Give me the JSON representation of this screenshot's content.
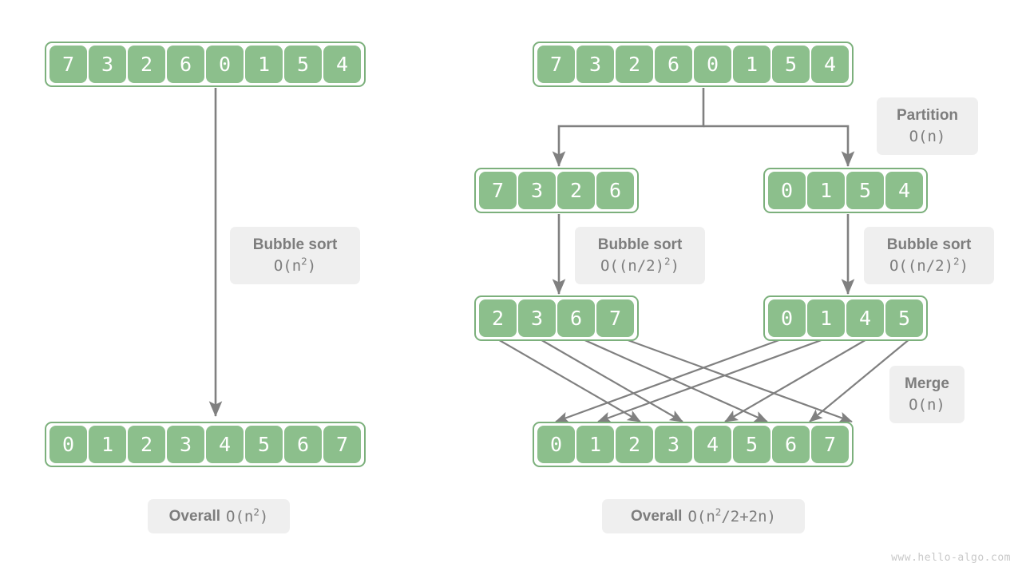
{
  "colors": {
    "cell_fill": "#8CBF8C",
    "array_border": "#7CB07C",
    "arrow": "#808080",
    "chip_bg": "#EFEFEF",
    "chip_text": "#7D7D7D",
    "background": "#FFFFFF",
    "watermark": "#C8C8C8"
  },
  "left_panel": {
    "input_array": {
      "name": "unsorted-input-array",
      "values": [
        "7",
        "3",
        "2",
        "6",
        "0",
        "1",
        "5",
        "4"
      ]
    },
    "output_array": {
      "name": "sorted-output-array",
      "values": [
        "0",
        "1",
        "2",
        "3",
        "4",
        "5",
        "6",
        "7"
      ]
    },
    "step_label": {
      "title": "Bubble sort",
      "formula_prefix": "O(n",
      "formula_exponent": "2",
      "formula_suffix": ")"
    },
    "overall_label": {
      "title": "Overall",
      "formula_prefix": "O(n",
      "formula_exponent": "2",
      "formula_suffix": ")"
    }
  },
  "right_panel": {
    "input_array": {
      "name": "unsorted-input-array",
      "values": [
        "7",
        "3",
        "2",
        "6",
        "0",
        "1",
        "5",
        "4"
      ]
    },
    "left_half_unsorted": {
      "name": "left-subarray-unsorted",
      "values": [
        "7",
        "3",
        "2",
        "6"
      ]
    },
    "right_half_unsorted": {
      "name": "right-subarray-unsorted",
      "values": [
        "0",
        "1",
        "5",
        "4"
      ]
    },
    "left_half_sorted": {
      "name": "left-subarray-sorted",
      "values": [
        "2",
        "3",
        "6",
        "7"
      ]
    },
    "right_half_sorted": {
      "name": "right-subarray-sorted",
      "values": [
        "0",
        "1",
        "4",
        "5"
      ]
    },
    "output_array": {
      "name": "merged-sorted-array",
      "values": [
        "0",
        "1",
        "2",
        "3",
        "4",
        "5",
        "6",
        "7"
      ]
    },
    "partition_label": {
      "title": "Partition",
      "formula": "O(n)"
    },
    "left_sort_label": {
      "title": "Bubble sort",
      "formula_prefix": "O((n/2)",
      "formula_exponent": "2",
      "formula_suffix": ")"
    },
    "right_sort_label": {
      "title": "Bubble sort",
      "formula_prefix": "O((n/2)",
      "formula_exponent": "2",
      "formula_suffix": ")"
    },
    "merge_label": {
      "title": "Merge",
      "formula": "O(n)"
    },
    "overall_label": {
      "title": "Overall",
      "formula_prefix": "O(n",
      "formula_exponent": "2",
      "formula_suffix": "/2+2n)"
    }
  },
  "watermark": "www.hello-algo.com"
}
